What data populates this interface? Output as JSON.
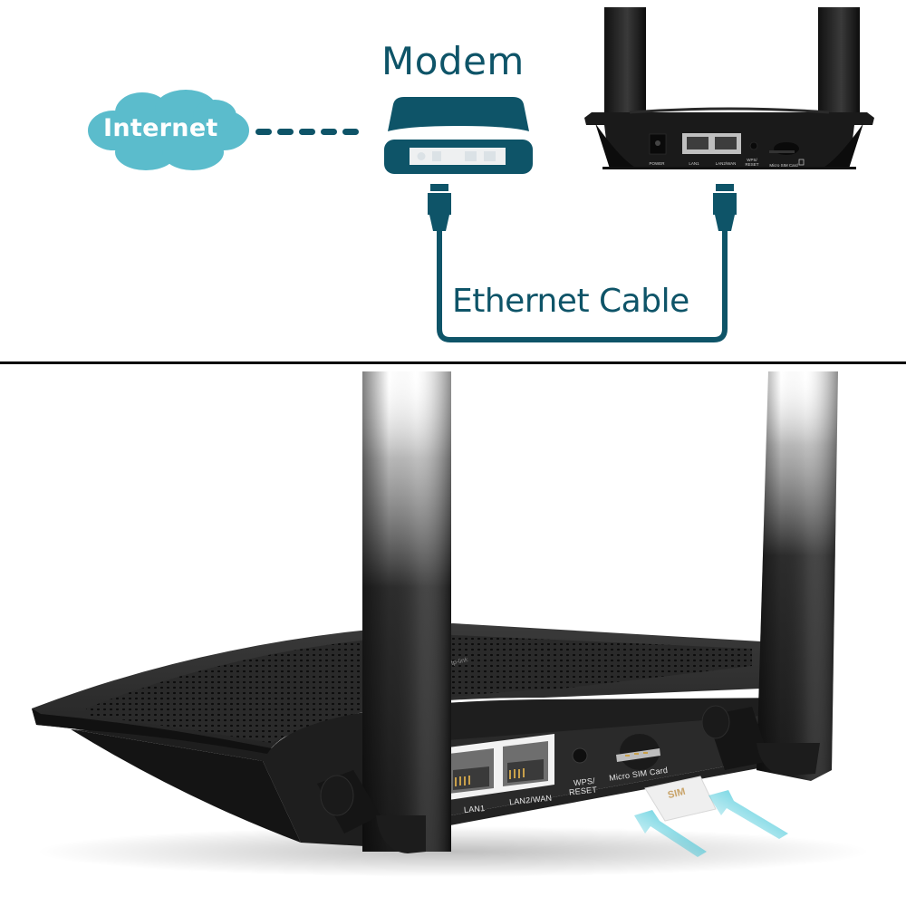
{
  "diagram": {
    "top_panel": {
      "internet_label": "Internet",
      "modem_label": "Modem",
      "cable_label": "Ethernet Cable",
      "connection_style": "dashed",
      "router_rear_labels": [
        "POWER",
        "LAN1",
        "LAN2/WAN",
        "WPS/ RESET",
        "Micro SIM Card"
      ]
    },
    "bottom_panel": {
      "port_labels": {
        "lan1": "LAN1",
        "lan2_wan": "LAN2/WAN",
        "wps_reset_line1": "WPS/",
        "wps_reset_line2": "RESET",
        "micro_sim": "Micro SIM Card"
      },
      "sim_card_text": "SIM",
      "brand_logo_text": "tp-link"
    },
    "colors": {
      "cloud": "#5bbccc",
      "teal_dark": "#0e5468",
      "router_body": "#1c1c1c",
      "divider": "#000000",
      "arrow": "#36c3d6"
    },
    "icons": [
      "cloud-icon",
      "modem-icon",
      "ethernet-plug-icon",
      "router-icon",
      "sim-card-icon",
      "insert-arrow-icon"
    ]
  }
}
